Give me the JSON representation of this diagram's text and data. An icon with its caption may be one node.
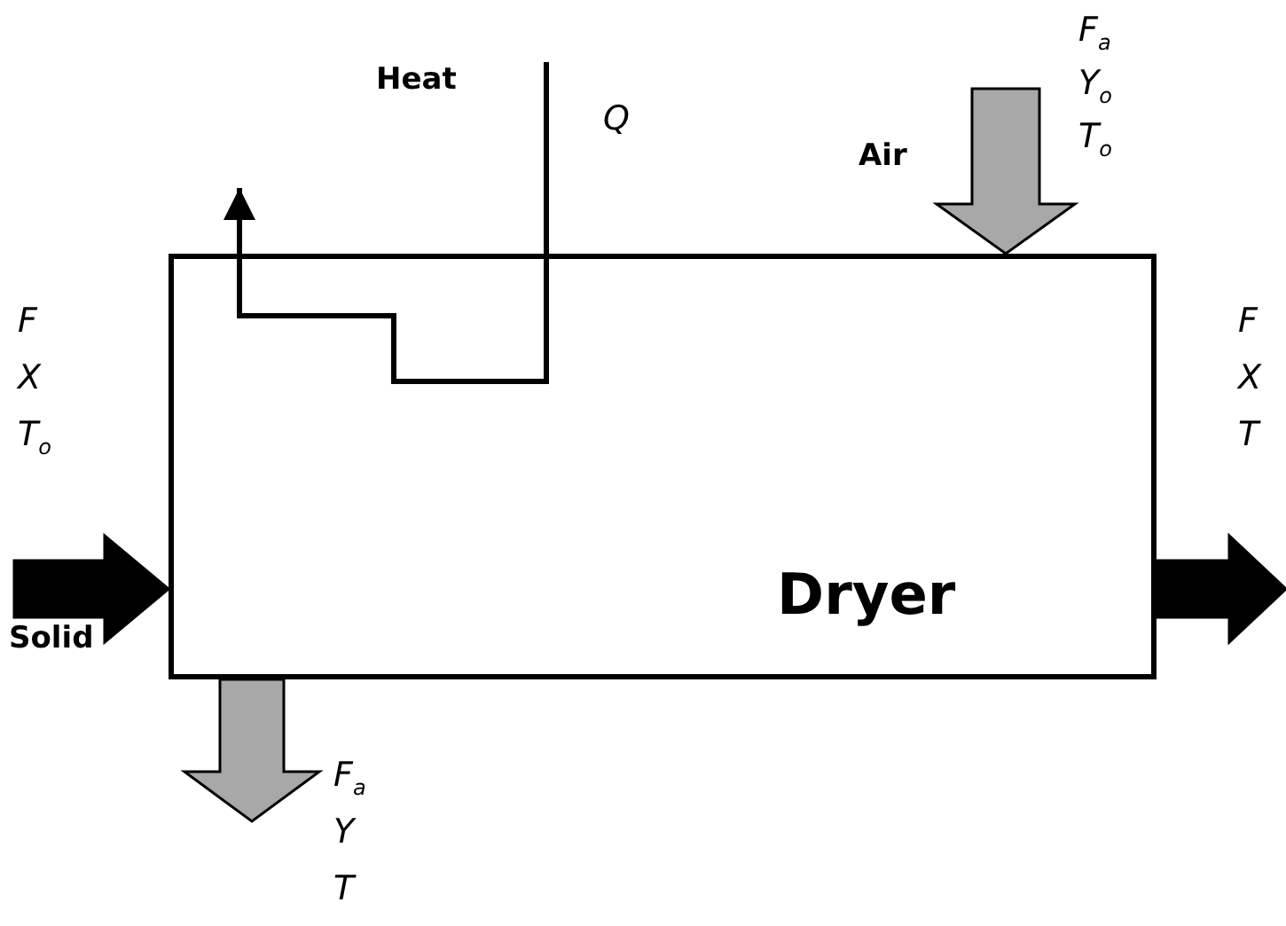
{
  "diagram": {
    "nodes": [
      {
        "text": [
          "Dryer"
        ]
      },
      {
        "text": [
          "Heat"
        ]
      }
    ],
    "edges": [
      {
        "from": null,
        "to": 0,
        "arrow": "to",
        "style": "thick"
      },
      {
        "from": 0,
        "to": null,
        "arrow": "to",
        "style": "thick"
      },
      {
        "from": null,
        "to": 0,
        "arrow": "to",
        "style": "thick",
        "color": "#a8a8a8"
      },
      {
        "from": 0,
        "to": null,
        "arrow": "to",
        "style": "thick",
        "color": "#a8a8a8"
      },
      {
        "from": 1,
        "to": null,
        "arrow": "to"
      }
    ],
    "labels": [
      "F$_{a}$",
      "Y$_{o}$",
      "T$_{o}$",
      "Air",
      "Q",
      "F",
      "X",
      "T$_{o}$",
      "F",
      "X",
      "T",
      "Solid",
      "F$_{a}$",
      "Y",
      "T"
    ]
  }
}
